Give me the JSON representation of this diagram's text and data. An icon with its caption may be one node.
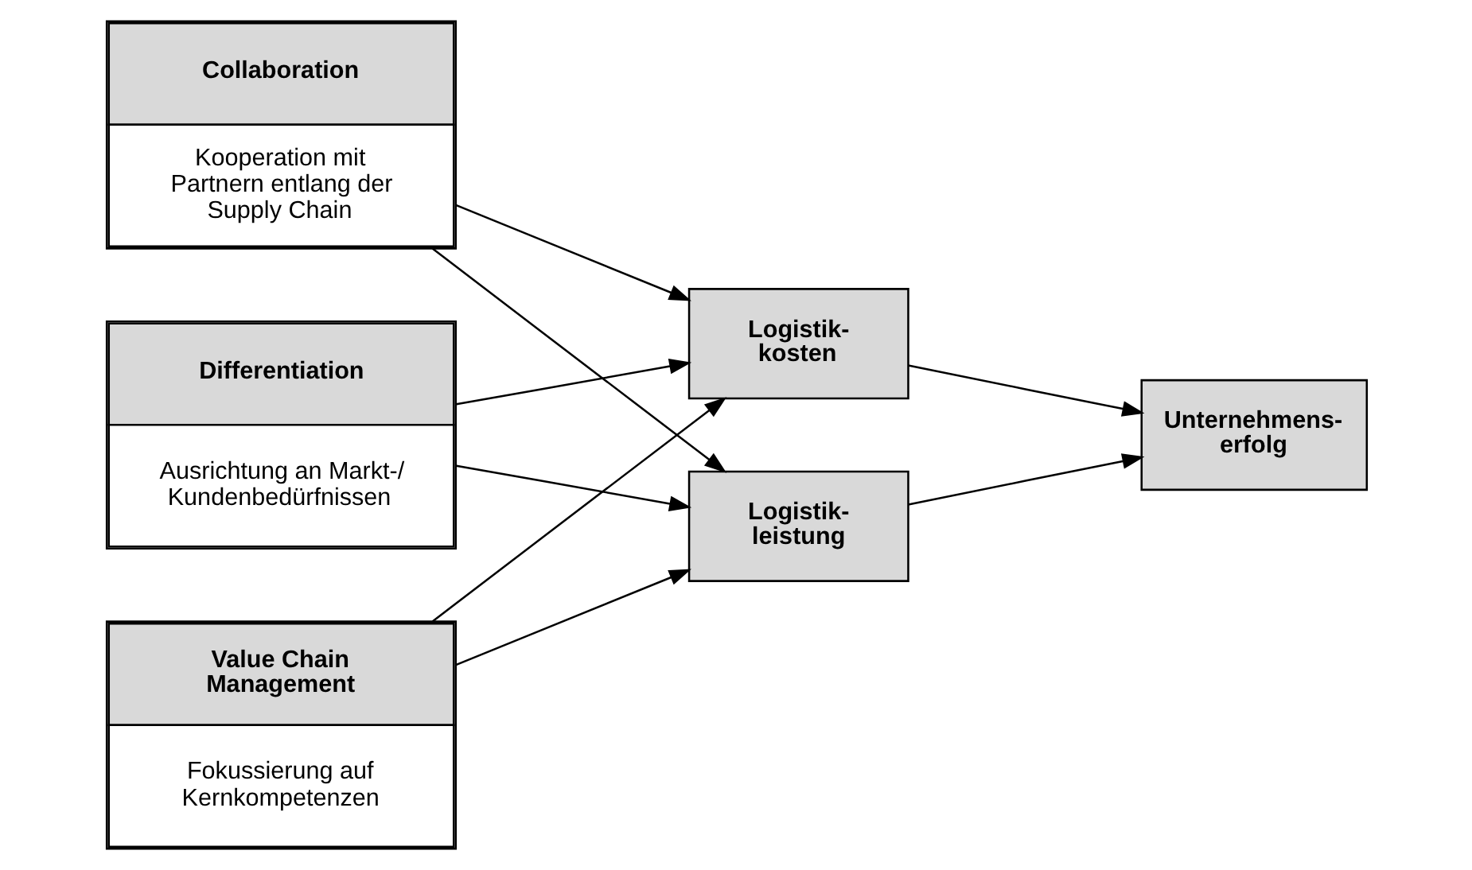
{
  "diagram": {
    "nodes": [
      {
        "text": [
          "Collaboration",
          "Kooperation mit Partnern entlang der Supply Chain"
        ]
      },
      {
        "text": [
          "Differentiation",
          "Ausrichtung an Markt-/ Kundenbedürfnissen"
        ]
      },
      {
        "text": [
          "Value Chain Management",
          "Fokussierung auf Kernkompetenzen"
        ]
      },
      {
        "text": [
          "Logistik- kosten"
        ]
      },
      {
        "text": [
          "Logistik- leistung"
        ]
      },
      {
        "text": [
          "Unternehmens- erfolg"
        ]
      }
    ],
    "edges": [
      {
        "from": 0,
        "to": 3,
        "arrow": "to"
      },
      {
        "from": 0,
        "to": 4,
        "arrow": "to"
      },
      {
        "from": 1,
        "to": 3,
        "arrow": "to"
      },
      {
        "from": 1,
        "to": 4,
        "arrow": "to"
      },
      {
        "from": 2,
        "to": 3,
        "arrow": "to"
      },
      {
        "from": 2,
        "to": 4,
        "arrow": "to"
      },
      {
        "from": 3,
        "to": 5,
        "arrow": "to"
      },
      {
        "from": 4,
        "to": 5,
        "arrow": "to"
      }
    ]
  }
}
